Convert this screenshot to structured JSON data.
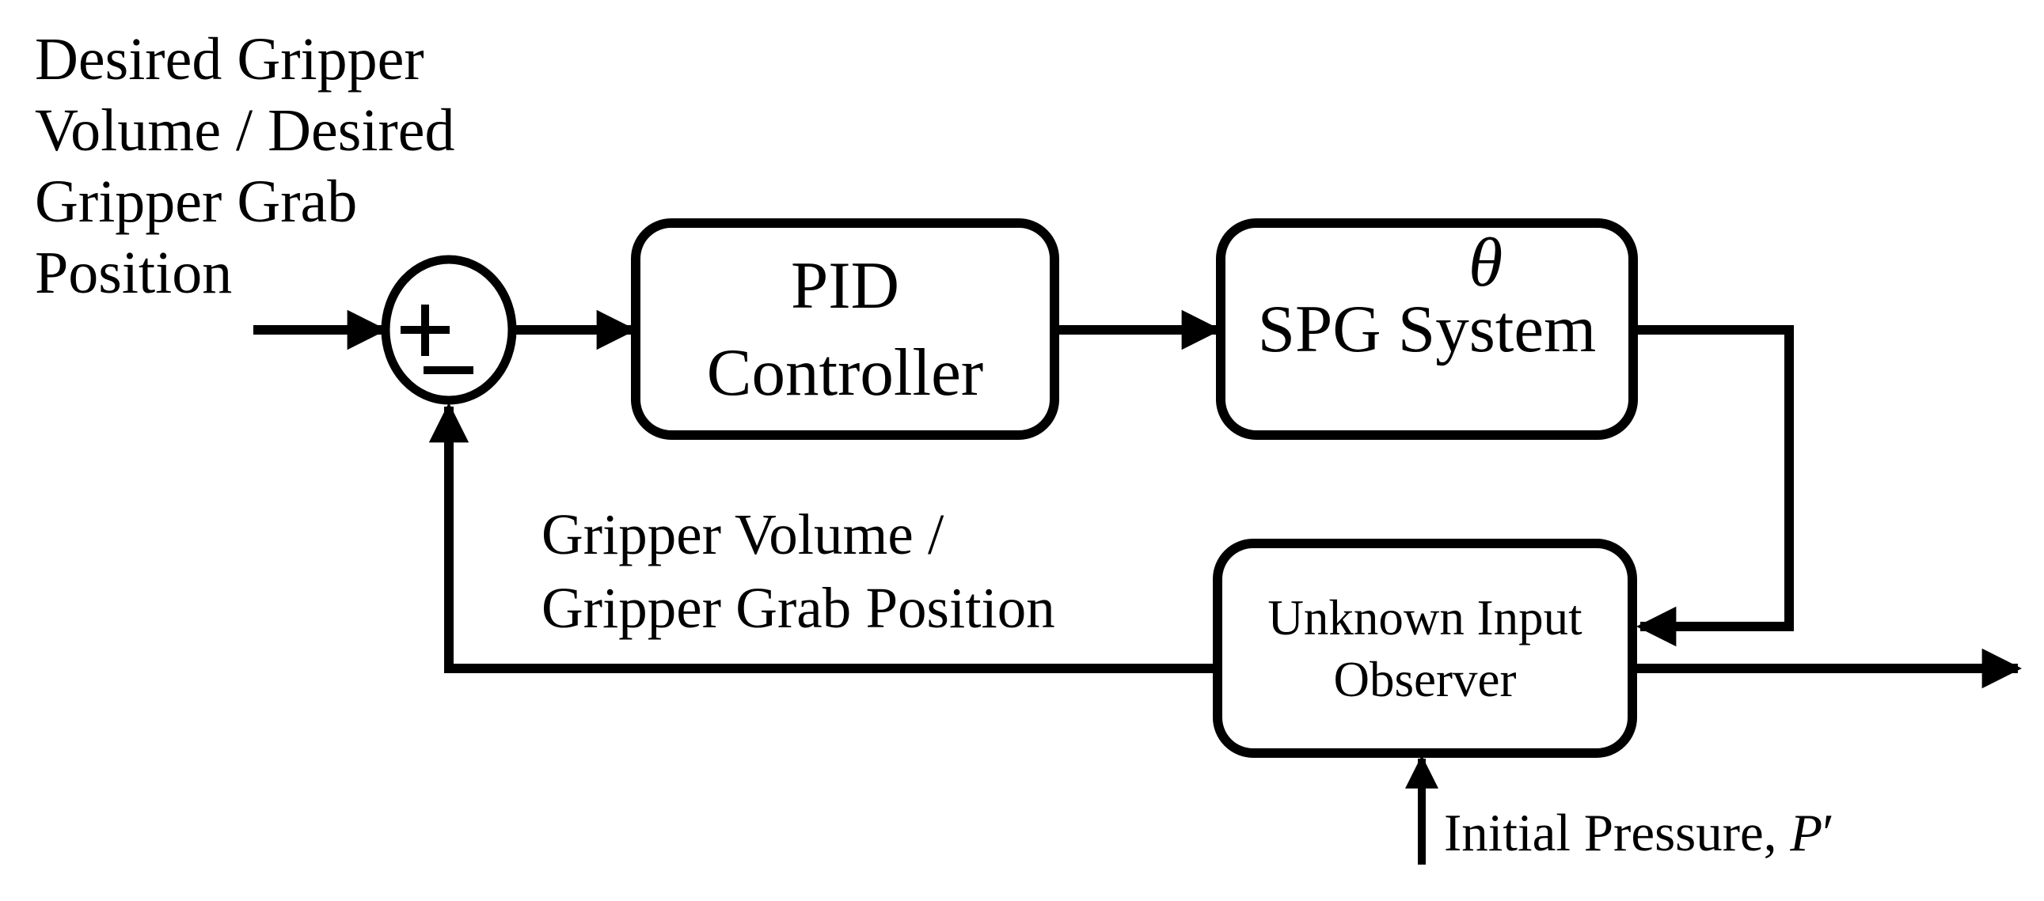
{
  "figure": {
    "colors": {
      "background": "#ffffff",
      "line": "#000000",
      "text": "#000000"
    },
    "input_label": {
      "lines": [
        "Desired Gripper",
        "Volume / Desired",
        "Gripper Grab",
        "Position"
      ]
    },
    "summing_junction": {
      "plus_icon": "plus",
      "minus_icon": "minus"
    },
    "blocks": [
      {
        "id": "pid-controller",
        "lines": [
          "PID",
          "Controller"
        ]
      },
      {
        "id": "spg-system",
        "lines": [
          "SPG System"
        ]
      },
      {
        "id": "unknown-input-observer",
        "lines": [
          "Unknown Input",
          "Observer"
        ]
      }
    ],
    "signals": {
      "theta": "θ",
      "feedback_label": {
        "lines": [
          "Gripper Volume /",
          "Gripper Grab Position"
        ]
      },
      "initial_pressure": {
        "text": "Initial Pressure, ",
        "symbol": "P",
        "prime": "′"
      }
    }
  }
}
